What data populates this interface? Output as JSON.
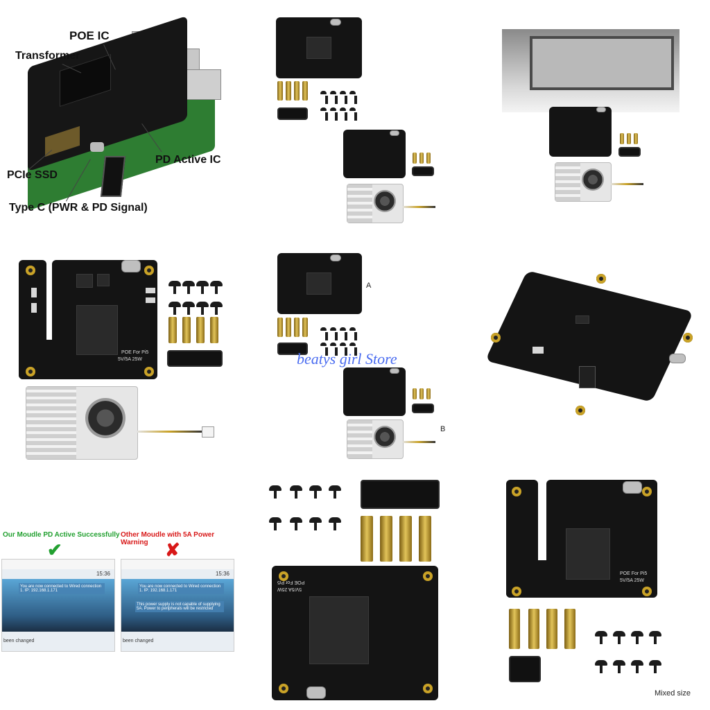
{
  "annotations": {
    "poe_ic": "POE IC",
    "transformer": "Transformer",
    "pd_active_ic": "PD Active IC",
    "pcie_ssd": "PCIe SSD",
    "type_c": "Type C (PWR & PD Signal)"
  },
  "variant_labels": {
    "a": "A",
    "b": "B"
  },
  "watermark": "beatys girl Store",
  "board_silkscreen": {
    "name": "POE For Pi5",
    "rating": "5V/5A 25W"
  },
  "comparison": {
    "left_title": "Our Moudle PD Active Successfully",
    "right_title": "Other Moudle with 5A Power Warning",
    "left_mark": "✔",
    "right_mark": "✘",
    "clock": "15:36",
    "left_notice": "You are now connected to Wired connection 1. IP: 192.168.1.171",
    "right_notice_1": "You are now connected to Wired connection 1. IP: 192.168.1.171",
    "right_notice_2": "This power supply is not capable of supplying 5A. Power to peripherals will be restricted",
    "footer": "been changed",
    "left_title_color": "#22a030",
    "right_title_color": "#d81818"
  },
  "footer_note": "Mixed size"
}
